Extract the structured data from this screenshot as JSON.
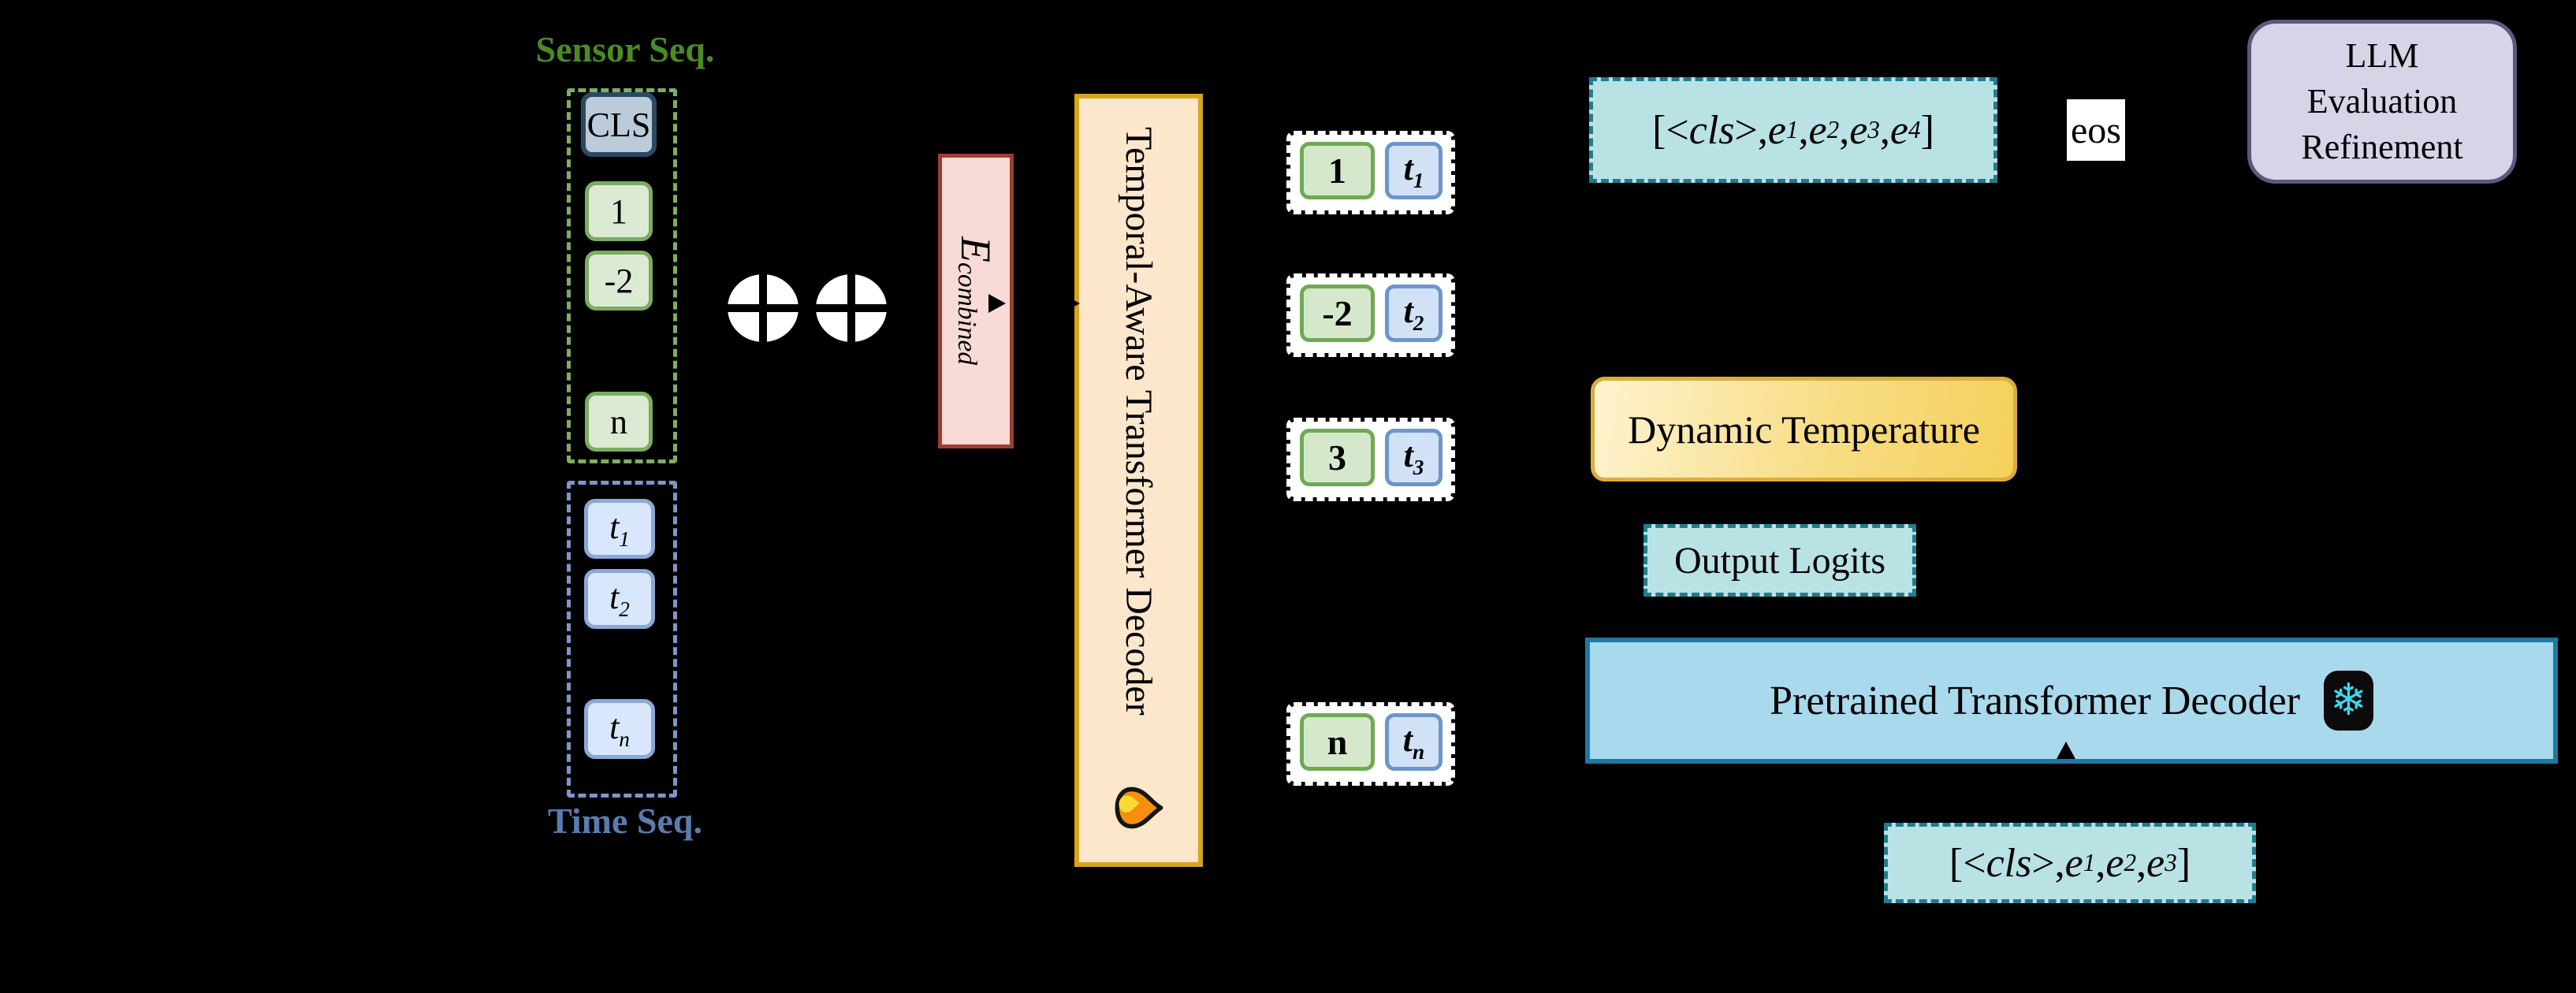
{
  "colors": {
    "background": "#000000",
    "sensor_label": "#4a8c22",
    "sensor_dash": "#7fae63",
    "sensor_token_fill": "#dcead3",
    "sensor_token_border": "#7cab62",
    "cls_fill": "#bccbd9",
    "cls_border": "#2c4a5f",
    "time_dash": "#7e97c8",
    "time_label": "#5a7cae",
    "time_token_fill": "#d8e7fb",
    "time_token_border": "#8aa8d8",
    "e_fill": "#f8dbd7",
    "e_border": "#9f3b31",
    "decoder_fill": "#fce6cc",
    "decoder_border": "#d9a41b",
    "pair_green_fill": "#d5e8cc",
    "pair_green_border": "#6faa53",
    "pair_blue_fill": "#d2e2f6",
    "pair_blue_border": "#6b96cc",
    "teal_fill": "#b9e2e5",
    "teal_border": "#1e7e90",
    "llm_fill": "#d8d4e8",
    "llm_border": "#5f577d",
    "dyntemp_border": "#d8ae3e",
    "dyntemp_grad_start": "#fdf3cf",
    "dyntemp_grad_end": "#f5d05c",
    "pretrained_fill": "#a9d9ed",
    "pretrained_border": "#1b7aa3",
    "snowflake": "#3fd6f2",
    "flame_orange": "#f4900c",
    "flame_yellow": "#fdd835"
  },
  "icons": {
    "oplus": "circled-plus",
    "flame": "fire-emoji",
    "snowflake": "❄"
  },
  "sensor_seq": {
    "label": "Sensor Seq.",
    "tokens": [
      "CLS",
      "1",
      "-2",
      "n"
    ]
  },
  "time_seq": {
    "label": "Time Seq.",
    "tokens": [
      {
        "b": "t",
        "s": "1"
      },
      {
        "b": "t",
        "s": "2"
      },
      {
        "b": "t",
        "s": "n"
      }
    ]
  },
  "e_box": {
    "base": "E",
    "sub": "combined"
  },
  "decoder": {
    "title": "Temporal-Aware Transformer Decoder"
  },
  "pairs": [
    {
      "num": "1",
      "t": {
        "b": "t",
        "s": "1"
      }
    },
    {
      "num": "-2",
      "t": {
        "b": "t",
        "s": "2"
      }
    },
    {
      "num": "3",
      "t": {
        "b": "t",
        "s": "3"
      }
    },
    {
      "num": "n",
      "t": {
        "b": "t",
        "s": "n"
      }
    }
  ],
  "seq_top": {
    "open": "[< ",
    "cls": "cls",
    "close": " >",
    "items": [
      {
        "c": ", ",
        "b": "e",
        "s": "1"
      },
      {
        "c": ", ",
        "b": "e",
        "s": "2"
      },
      {
        "c": ", ",
        "b": "e",
        "s": "3"
      },
      {
        "c": ", ",
        "b": "e",
        "s": "4"
      }
    ],
    "suffix": "]"
  },
  "eos": {
    "label": "eos"
  },
  "llm": {
    "lines": [
      "LLM",
      "Evaluation",
      "Refinement"
    ]
  },
  "dyntemp": {
    "label": "Dynamic Temperature"
  },
  "outlogits": {
    "label": "Output Logits"
  },
  "pretrained": {
    "label": "Pretrained Transformer Decoder"
  },
  "seq_bottom": {
    "open": "[< ",
    "cls": "cls",
    "close": " >",
    "items": [
      {
        "c": ", ",
        "b": "e",
        "s": "1"
      },
      {
        "c": ", ",
        "b": "e",
        "s": "2"
      },
      {
        "c": ", ",
        "b": "e",
        "s": "3"
      }
    ],
    "suffix": "]"
  }
}
